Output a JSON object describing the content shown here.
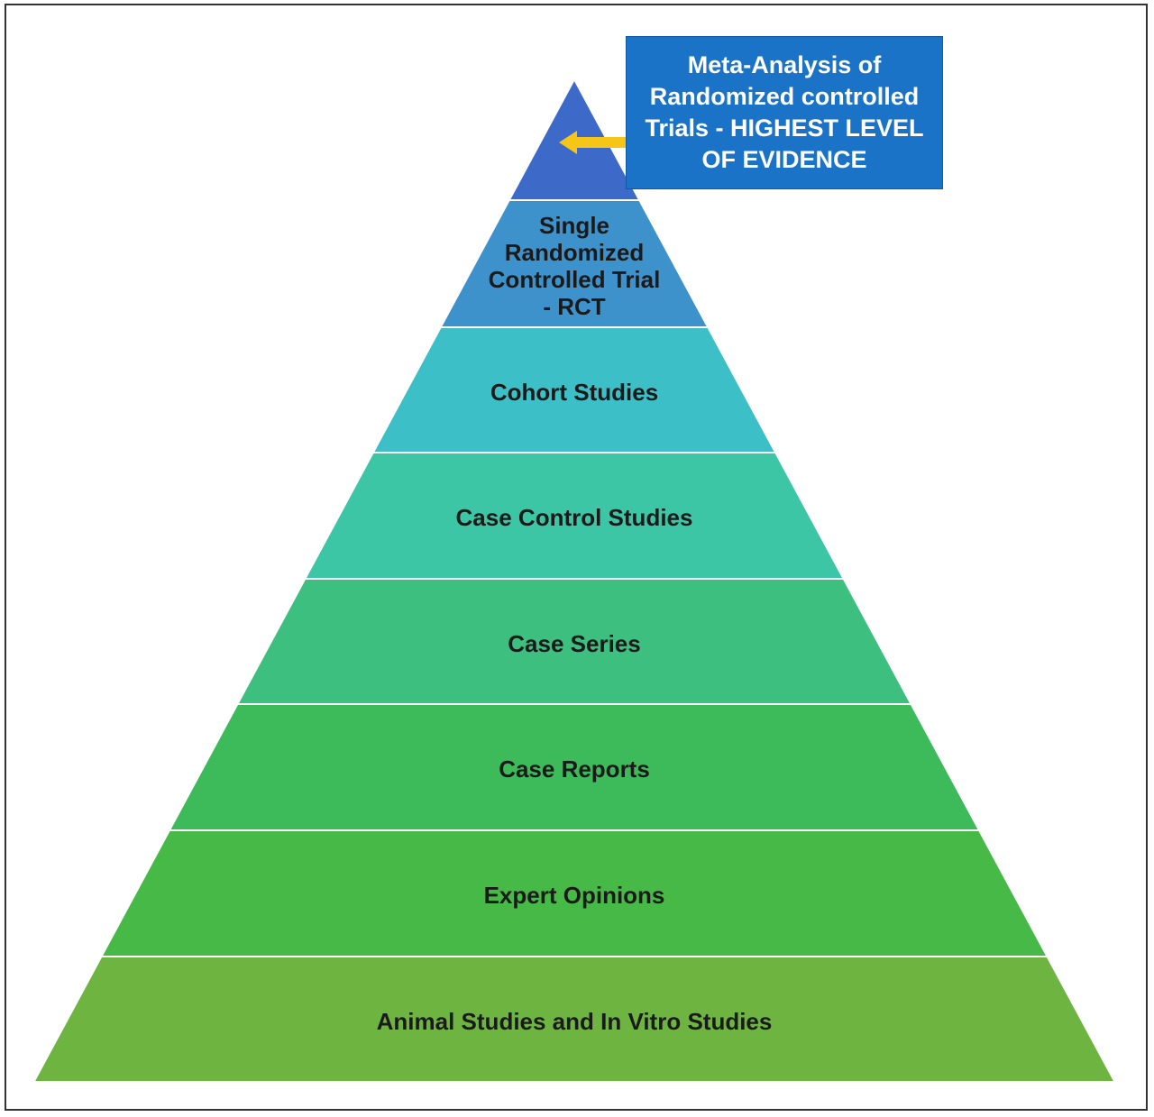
{
  "callout": {
    "text": "Meta-Analysis of Randomized controlled Trials - HIGHEST LEVEL OF EVIDENCE",
    "background": "#1a73c7",
    "arrow_color": "#f5c518"
  },
  "tiers": [
    {
      "label": "",
      "color": "#3d69c9"
    },
    {
      "label": "Single Randomized Controlled Trial - RCT",
      "color": "#3d92cc"
    },
    {
      "label": "Cohort Studies",
      "color": "#3cbfc6"
    },
    {
      "label": "Case Control Studies",
      "color": "#3dc6a6"
    },
    {
      "label": "Case Series",
      "color": "#3dbf7f"
    },
    {
      "label": "Case Reports",
      "color": "#3dba5a"
    },
    {
      "label": "Expert Opinions",
      "color": "#46b946"
    },
    {
      "label": "Animal Studies and In Vitro Studies",
      "color": "#6db540"
    }
  ]
}
